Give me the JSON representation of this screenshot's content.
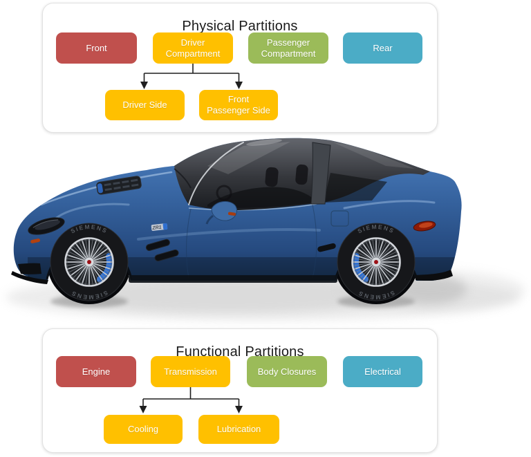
{
  "page": {
    "background": "#ffffff"
  },
  "palette": {
    "red": "#C0504D",
    "gold": "#FFC000",
    "green": "#9BBB59",
    "teal": "#4BACC6",
    "box_text": "#FFFFFF",
    "title_text": "#1A1A1A",
    "connector": "#1F1F1F",
    "panel_background": "#FFFFFF"
  },
  "physical_partitions": {
    "title": "Physical Partitions",
    "level1": [
      {
        "label": "Front",
        "color": "#C0504D"
      },
      {
        "label": "Driver Compartment",
        "color": "#FFC000"
      },
      {
        "label": "Passenger Compartment",
        "color": "#9BBB59"
      },
      {
        "label": "Rear",
        "color": "#4BACC6"
      }
    ],
    "level2": [
      {
        "label": "Driver Side",
        "color": "#FFC000",
        "parent": "Driver Compartment"
      },
      {
        "label": "Front Passenger Side",
        "color": "#FFC000",
        "parent": "Driver Compartment"
      }
    ]
  },
  "functional_partitions": {
    "title": "Functional Partitions",
    "level1": [
      {
        "label": "Engine",
        "color": "#C0504D"
      },
      {
        "label": "Transmission",
        "color": "#FFC000"
      },
      {
        "label": "Body Closures",
        "color": "#9BBB59"
      },
      {
        "label": "Electrical",
        "color": "#4BACC6"
      }
    ],
    "level2": [
      {
        "label": "Cooling",
        "color": "#FFC000",
        "parent": "Transmission"
      },
      {
        "label": "Lubrication",
        "color": "#FFC000",
        "parent": "Transmission"
      }
    ]
  },
  "car_illustration": {
    "description": "Blue Chevrolet Corvette ZR1 coupe, side view facing left, dark tinted glass roof, soft gray floor shadow",
    "body_color": "#3b6cab",
    "glass_color": "#2b2d32",
    "brake_caliper_color": "#2f6fd0",
    "wheel_rim_color": "#c9ccd1",
    "tire_sidewall_text": "SIEMENS",
    "fender_badge_text": "ZR1"
  }
}
